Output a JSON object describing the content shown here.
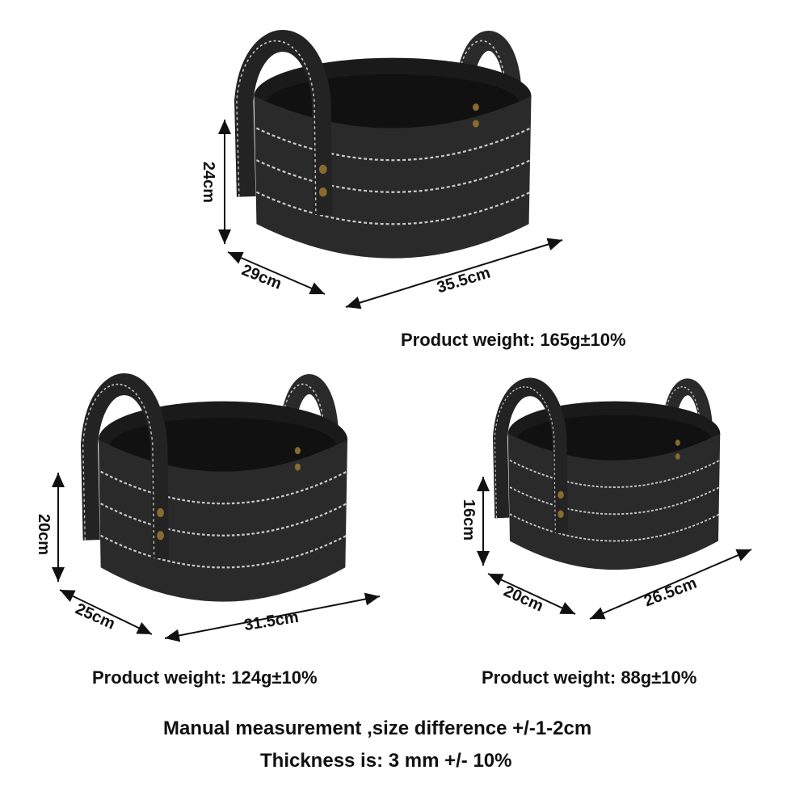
{
  "colors": {
    "felt": "#2a2a2a",
    "felt_dark": "#1c1c1c",
    "stitch": "#c9c9c9",
    "rivet": "#8a6a2e",
    "text": "#111111"
  },
  "baskets": [
    {
      "name": "large-basket",
      "height": "24cm",
      "depth": "29cm",
      "width": "35.5cm",
      "weight": "Product weight: 165g±10%"
    },
    {
      "name": "medium-basket",
      "height": "20cm",
      "depth": "25cm",
      "width": "31.5cm",
      "weight": "Product weight: 124g±10%"
    },
    {
      "name": "small-basket",
      "height": "16cm",
      "depth": "20cm",
      "width": "26.5cm",
      "weight": "Product weight: 88g±10%"
    }
  ],
  "notes": {
    "measurement": "Manual measurement ,size difference +/-1-2cm",
    "thickness": "Thickness is:  3 mm +/- 10%"
  }
}
